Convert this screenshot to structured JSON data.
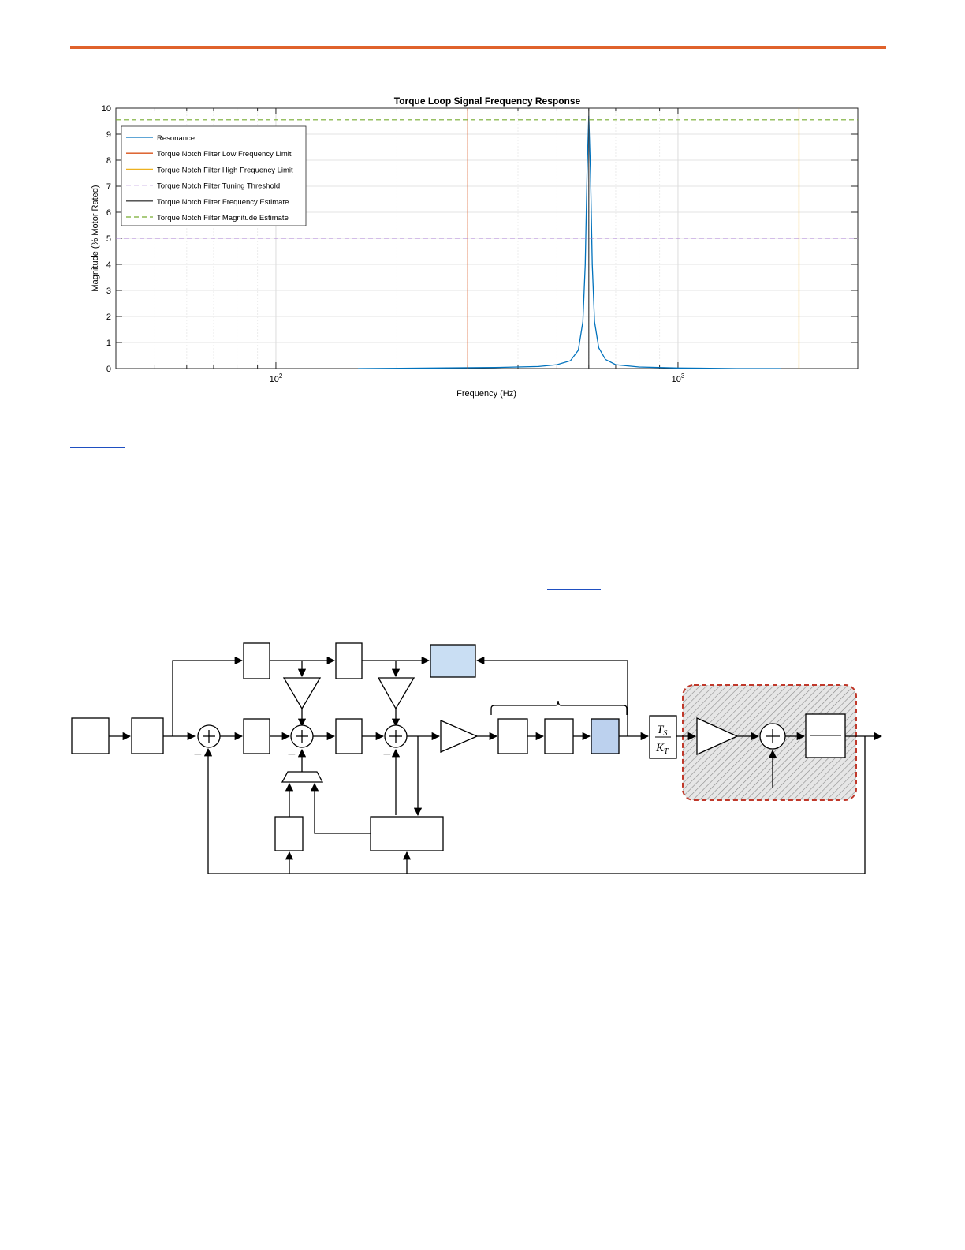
{
  "page": {
    "accent_color": "#e0622b",
    "link_color": "#1f4fc1"
  },
  "chart_data": {
    "type": "line",
    "title": "Torque Loop Signal Frequency Response",
    "xlabel": "Frequency (Hz)",
    "ylabel": "Magnitude (% Motor Rated)",
    "xscale": "log",
    "xlim": [
      40,
      2800
    ],
    "ylim": [
      0,
      10
    ],
    "yticks": [
      0,
      1,
      2,
      3,
      4,
      5,
      6,
      7,
      8,
      9,
      10
    ],
    "xtick_labels": [
      {
        "base": "10",
        "exp": "2",
        "value": 100
      },
      {
        "base": "10",
        "exp": "3",
        "value": 1000
      }
    ],
    "grid": true,
    "legend_position": "top-left",
    "series": [
      {
        "name": "Resonance",
        "color": "#0072bd",
        "style": "solid",
        "x": [
          160,
          250,
          350,
          450,
          500,
          540,
          565,
          580,
          588,
          594,
          600,
          606,
          612,
          620,
          635,
          660,
          700,
          800,
          1000,
          1400,
          1800
        ],
        "y": [
          0.0,
          0.02,
          0.04,
          0.08,
          0.15,
          0.3,
          0.7,
          1.8,
          4.0,
          7.5,
          9.7,
          7.5,
          4.0,
          1.8,
          0.8,
          0.35,
          0.15,
          0.06,
          0.02,
          0.0,
          0.0
        ]
      },
      {
        "name": "Torque Notch Filter Low Frequency Limit",
        "color": "#d95319",
        "style": "solid",
        "vertical_at": 300
      },
      {
        "name": "Torque Notch Filter High Frequency Limit",
        "color": "#edb120",
        "style": "solid",
        "vertical_at": 2000
      },
      {
        "name": "Torque Notch Filter Tuning Threshold",
        "color": "#a77bd1",
        "style": "dashed",
        "horizontal_at": 5
      },
      {
        "name": "Torque Notch Filter Frequency Estimate",
        "color": "#404040",
        "style": "solid",
        "vertical_at": 600
      },
      {
        "name": "Torque Notch Filter Magnitude Estimate",
        "color": "#77ac30",
        "style": "dashed",
        "horizontal_at": 9.55
      }
    ]
  },
  "diagram": {
    "ts_numerator": "T",
    "ts_numerator_sub": "S",
    "ts_denominator": "K",
    "ts_denominator_sub": "T",
    "minus_sign": "−",
    "highlight_fill": "#c9def3",
    "highlight_fill_2": "#bcd1ee",
    "plant_border": "#c0392b"
  }
}
